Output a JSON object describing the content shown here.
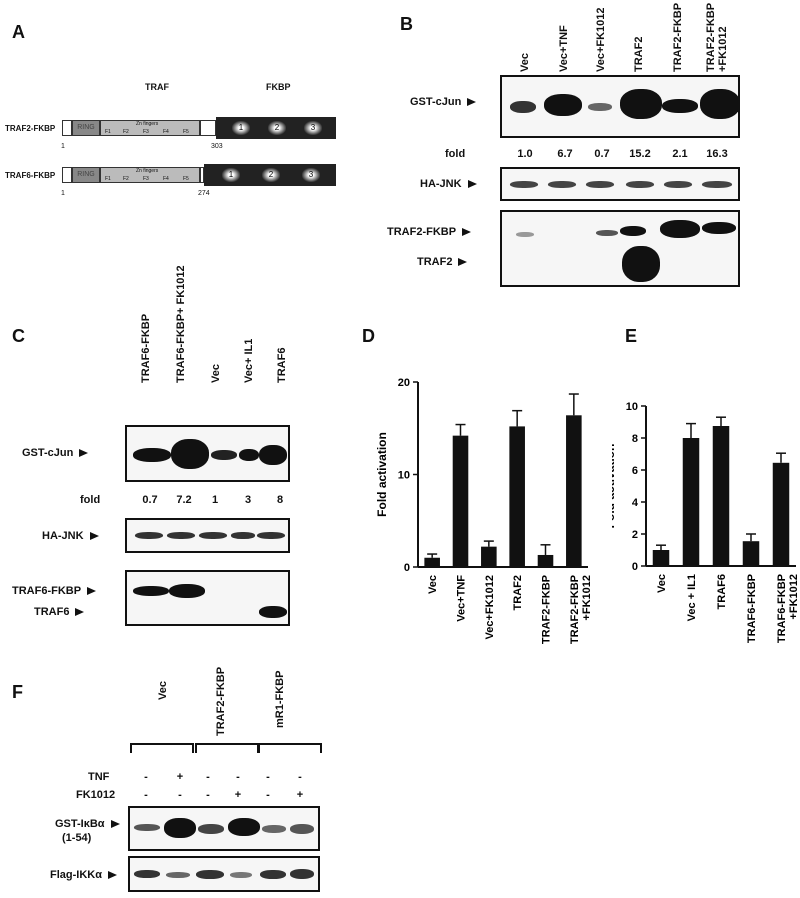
{
  "panelA": {
    "letter": "A",
    "header_traf": "TRAF",
    "header_fkbp": "FKBP",
    "constructs": [
      {
        "name": "TRAF2-FKBP",
        "ring": "RING",
        "zn": "Zn fingers",
        "fingers": [
          "F1",
          "F2",
          "F3",
          "F4",
          "F5"
        ],
        "fkbp": [
          "1",
          "2",
          "3"
        ],
        "start": "1",
        "junction": "303"
      },
      {
        "name": "TRAF6-FKBP",
        "ring": "RING",
        "zn": "Zn fingers",
        "fingers": [
          "F1",
          "F2",
          "F3",
          "F4",
          "F5"
        ],
        "fkbp": [
          "1",
          "2",
          "3"
        ],
        "start": "1",
        "junction": "274"
      }
    ]
  },
  "panelB": {
    "letter": "B",
    "lanes": [
      "Vec",
      "Vec+TNF",
      "Vec+FK1012",
      "TRAF2",
      "TRAF2-FKBP",
      "TRAF2-FKBP\n+FK1012"
    ],
    "row1_label": "GST-cJun",
    "fold_label": "fold",
    "folds": [
      "1.0",
      "6.7",
      "0.7",
      "15.2",
      "2.1",
      "16.3"
    ],
    "row2_label": "HA-JNK",
    "row3_labels": [
      "TRAF2-FKBP",
      "TRAF2"
    ]
  },
  "panelC": {
    "letter": "C",
    "lanes": [
      "TRAF6-FKBP",
      "TRAF6-FKBP+ FK1012",
      "Vec",
      "Vec+ IL1",
      "TRAF6"
    ],
    "row1_label": "GST-cJun",
    "fold_label": "fold",
    "folds": [
      "0.7",
      "7.2",
      "1",
      "3",
      "8"
    ],
    "row2_label": "HA-JNK",
    "row3_labels": [
      "TRAF6-FKBP",
      "TRAF6"
    ]
  },
  "panelF": {
    "letter": "F",
    "groups": [
      "Vec",
      "TRAF2-FKBP",
      "mR1-FKBP"
    ],
    "tnf_label": "TNF",
    "fk_label": "FK1012",
    "tnf_signs": [
      "-",
      "+",
      "-",
      "-",
      "-",
      "-"
    ],
    "fk_signs": [
      "-",
      "-",
      "-",
      "+",
      "-",
      "+"
    ],
    "row1_label": "GST-IκBα",
    "row1_sub": "(1-54)",
    "row2_label": "Flag-IKKα"
  },
  "chart_data": [
    {
      "type": "bar",
      "panel": "D",
      "categories": [
        "Vec",
        "Vec+TNF",
        "Vec+FK1012",
        "TRAF2",
        "TRAF2-FKBP",
        "TRAF2-FKBP\n+FK1012"
      ],
      "values": [
        1.0,
        14.2,
        2.2,
        15.2,
        1.3,
        16.4
      ],
      "errors": [
        0.4,
        1.2,
        0.6,
        1.7,
        1.1,
        2.3
      ],
      "ylabel": "Fold activation",
      "ylim": [
        0,
        20
      ],
      "yticks": [
        "0",
        "10",
        "20"
      ]
    },
    {
      "type": "bar",
      "panel": "E",
      "categories": [
        "Vec",
        "Vec + IL1",
        "TRAF6",
        "TRAF6-FKBP",
        "TRAF6-FKBP\n+FK1012"
      ],
      "values": [
        1.0,
        8.0,
        8.75,
        1.55,
        6.45
      ],
      "errors": [
        0.3,
        0.9,
        0.55,
        0.45,
        0.6
      ],
      "ylabel": "Fold activation",
      "ylim": [
        0,
        10
      ],
      "yticks": [
        "0",
        "2",
        "4",
        "6",
        "8",
        "10"
      ]
    }
  ]
}
